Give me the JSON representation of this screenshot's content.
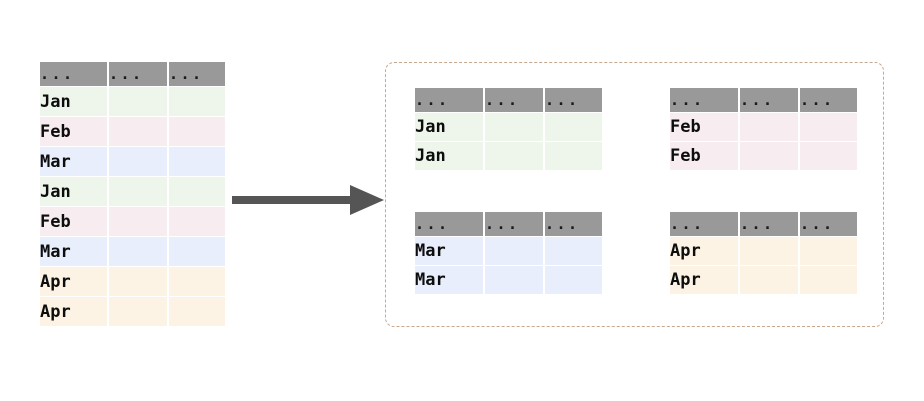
{
  "diagram": {
    "type": "group-by-split",
    "accent_colors": {
      "header_gray": "#999999",
      "arrow_gray": "#555555",
      "container_dashed": "#c7a88e",
      "row_green": "#eef6ec",
      "row_pink": "#f7edf0",
      "row_blue": "#e8eefb",
      "row_cream": "#fcf3e4"
    },
    "arrow": {
      "icon": "right-arrow-icon",
      "direction": "right"
    }
  },
  "source_table": {
    "columns": [
      "...",
      "...",
      "..."
    ],
    "rows": [
      {
        "label": "Jan",
        "tint": "r-green",
        "cells": [
          "Jan",
          "",
          ""
        ]
      },
      {
        "label": "Feb",
        "tint": "r-pink",
        "cells": [
          "Feb",
          "",
          ""
        ]
      },
      {
        "label": "Mar",
        "tint": "r-blue",
        "cells": [
          "Mar",
          "",
          ""
        ]
      },
      {
        "label": "Jan",
        "tint": "r-green",
        "cells": [
          "Jan",
          "",
          ""
        ]
      },
      {
        "label": "Feb",
        "tint": "r-pink",
        "cells": [
          "Feb",
          "",
          ""
        ]
      },
      {
        "label": "Mar",
        "tint": "r-blue",
        "cells": [
          "Mar",
          "",
          ""
        ]
      },
      {
        "label": "Apr",
        "tint": "r-cream",
        "cells": [
          "Apr",
          "",
          ""
        ]
      },
      {
        "label": "Apr",
        "tint": "r-cream",
        "cells": [
          "Apr",
          "",
          ""
        ]
      }
    ]
  },
  "groups": [
    {
      "key": "Jan",
      "tint": "r-green",
      "columns": [
        "...",
        "...",
        "..."
      ],
      "rows": [
        {
          "label": "Jan",
          "cells": [
            "Jan",
            "",
            ""
          ]
        },
        {
          "label": "Jan",
          "cells": [
            "Jan",
            "",
            ""
          ]
        }
      ]
    },
    {
      "key": "Feb",
      "tint": "r-pink",
      "columns": [
        "...",
        "...",
        "..."
      ],
      "rows": [
        {
          "label": "Feb",
          "cells": [
            "Feb",
            "",
            ""
          ]
        },
        {
          "label": "Feb",
          "cells": [
            "Feb",
            "",
            ""
          ]
        }
      ]
    },
    {
      "key": "Mar",
      "tint": "r-blue",
      "columns": [
        "...",
        "...",
        "..."
      ],
      "rows": [
        {
          "label": "Mar",
          "cells": [
            "Mar",
            "",
            ""
          ]
        },
        {
          "label": "Mar",
          "cells": [
            "Mar",
            "",
            ""
          ]
        }
      ]
    },
    {
      "key": "Apr",
      "tint": "r-cream",
      "columns": [
        "...",
        "...",
        "..."
      ],
      "rows": [
        {
          "label": "Apr",
          "cells": [
            "Apr",
            "",
            ""
          ]
        },
        {
          "label": "Apr",
          "cells": [
            "Apr",
            "",
            ""
          ]
        }
      ]
    }
  ]
}
